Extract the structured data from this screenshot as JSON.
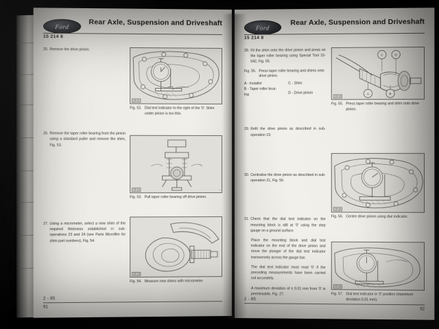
{
  "book": {
    "manual_title": "Rear Axle, Suspension and Driveshaft",
    "brand": "Ford",
    "section_code": "15 214 8"
  },
  "left_page": {
    "header_title": "Rear Axle, Suspension and Driveshaft",
    "header_code": "15 214 8",
    "steps": [
      {
        "number": "25.",
        "text": "Remove the drive pinion."
      },
      {
        "number": "26.",
        "text": "Remove the taper roller bearing from the pinion using a standard puller and remove the shim, Fig. 53."
      },
      {
        "number": "27.",
        "text": "Using a micrometer, select a new shim of the required thickness established in sub-operations 23 and 24 (see Parts Microfilm for shim part numbers), Fig. 54."
      }
    ],
    "figures": [
      {
        "number": "Fig. 52.",
        "caption": "Dial test indicator to the right of the '0'. Shim under pinion is too thin.",
        "tag": "15-11",
        "art": "dial-indicator-on-axle-housing"
      },
      {
        "number": "Fig. 53.",
        "caption": "Pull taper roller bearing off drive pinion.",
        "tag": "15-12",
        "art": "puller-on-pinion"
      },
      {
        "number": "Fig. 54.",
        "caption": "Measure new shims with micrometer.",
        "tag": "15-13",
        "art": "micrometer-measuring-shim"
      }
    ],
    "footer": {
      "section": "2 - 85",
      "page_number": "91"
    }
  },
  "right_page": {
    "header_title": "Rear Axle, Suspension and Driveshaft",
    "header_code": "15 214 8",
    "steps": [
      {
        "number": "28.",
        "text": "Fit the shim onto the drive pinion and press on the taper roller bearing using Special Tool 15-042, Fig. 55."
      },
      {
        "number": "29.",
        "text": "Refit the drive pinion as described in sub-operation 19."
      },
      {
        "number": "30.",
        "text": "Centralise the drive pinion as described in sub-operation 21, Fig. 56."
      },
      {
        "number": "31.",
        "text": "Check that the dial test indicator on the mounting block is still at '0' using the step gauge on a ground surface."
      }
    ],
    "paragraphs": [
      "Place the mounting block and dial test indicator on the end of the drive pinion and move the plunger of the dial test indicator transversely across the gauge bar.",
      "The dial test indicator must read '0' if the preceding measurements have been carried out accurately.",
      "A maximum deviation of ± 0.01 mm from '0' is permissable, Fig. 27."
    ],
    "inline_figure": {
      "number": "Fig. 55.",
      "caption": "Press taper roller bearing and shims onto drive pinion.",
      "legend": [
        "A - Installer",
        "B - Taper roller bear-ing",
        "C - Shim",
        "D - Drive pinion"
      ]
    },
    "figures": [
      {
        "number": "Fig. 55.",
        "caption": "Press taper roller bearing and shim onto drive pinion.",
        "tag": "15-14",
        "art": "installer-pressing-bearing"
      },
      {
        "number": "Fig. 56.",
        "caption": "Centre drive pinion using dial indicator.",
        "tag": "15-15",
        "art": "dial-indicator-centering"
      },
      {
        "number": "Fig. 57.",
        "caption": "Dial test indicator in '0' position (maximum deviation 0.01 mm).",
        "tag": "15-16",
        "art": "dial-indicator-zero-position"
      }
    ],
    "footer": {
      "section": "2 - 85",
      "page_number": "92"
    }
  },
  "colors": {
    "background": "#000000",
    "paper": "#eceae4",
    "ink": "#2c2b29",
    "rule": "#5b5955"
  }
}
